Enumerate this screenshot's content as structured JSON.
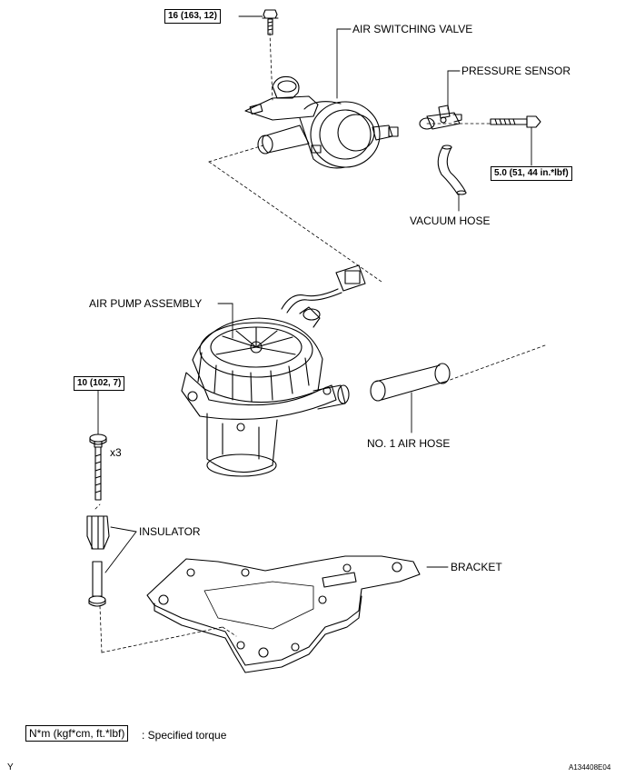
{
  "labels": {
    "air_switching_valve": "AIR SWITCHING VALVE",
    "pressure_sensor": "PRESSURE SENSOR",
    "vacuum_hose": "VACUUM HOSE",
    "air_pump_assembly": "AIR PUMP ASSEMBLY",
    "no1_air_hose": "NO. 1 AIR HOSE",
    "insulator": "INSULATOR",
    "bracket": "BRACKET",
    "quantity": "x3"
  },
  "torques": {
    "valve_bolt": "16 (163, 12)",
    "sensor_bolt": "5.0 (51, 44 in.*lbf)",
    "pump_bolt": "10 (102, 7)"
  },
  "legend": {
    "unit_box": "N*m (kgf*cm, ft.*lbf)",
    "description": ": Specified torque"
  },
  "footer": {
    "left_mark": "Y",
    "figure_id": "A134408E04"
  }
}
